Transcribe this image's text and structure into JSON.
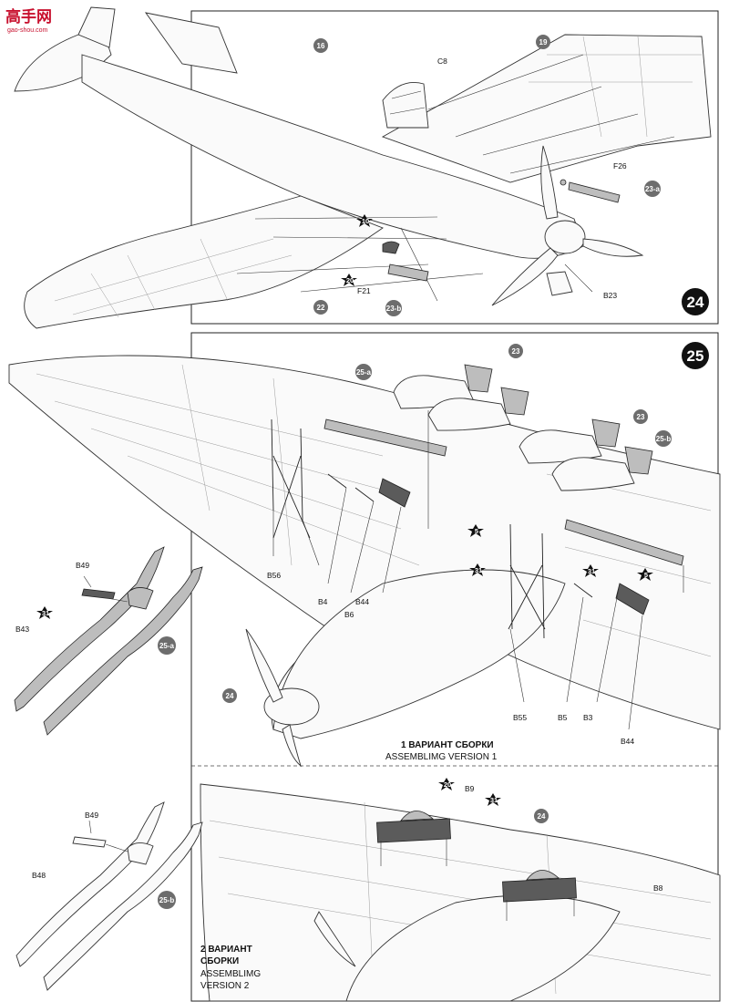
{
  "watermark": {
    "title": "高手网",
    "subtitle": "gao-shou.com"
  },
  "steps": {
    "s24": "24",
    "s25": "25"
  },
  "step24": {
    "callouts": {
      "c16": "16",
      "c19": "19",
      "c22": "22",
      "c23a": "23-a",
      "c23b": "23-b"
    },
    "labels": {
      "c8": "C8",
      "f26": "F26",
      "f21": "F21",
      "b23": "B23"
    },
    "stars": {
      "s10": "10",
      "s20": "20"
    }
  },
  "step25": {
    "callouts": {
      "c25a_top": "25-a",
      "c25b_top": "25-b",
      "c23_1": "23",
      "c23_2": "23",
      "c24_main": "24",
      "c24_v2": "24"
    },
    "labels": {
      "b56": "B56",
      "b4": "B4",
      "b6": "B6",
      "b44a": "B44",
      "b55": "B55",
      "b5": "B5",
      "b3": "B3",
      "b44b": "B44",
      "b9": "B9",
      "b8": "B8"
    },
    "stars": {
      "s5a": "5",
      "s31a": "31",
      "s31b": "31",
      "s5b": "5",
      "s20": "20",
      "s31c": "31"
    },
    "version1": {
      "ru": "1 ВАРИАНТ СБОРКИ",
      "en": "ASSEMBLIMG VERSION 1"
    },
    "version2": {
      "ru1": "2 ВАРИАНТ",
      "ru2": "СБОРКИ",
      "en1": "ASSEMBLIMG",
      "en2": "VERSION 2"
    }
  },
  "sub25a": {
    "b49": "B49",
    "b43": "B43",
    "star": "31",
    "callout": "25-a"
  },
  "sub25b": {
    "b49": "B49",
    "b48": "B48",
    "callout": "25-b"
  }
}
